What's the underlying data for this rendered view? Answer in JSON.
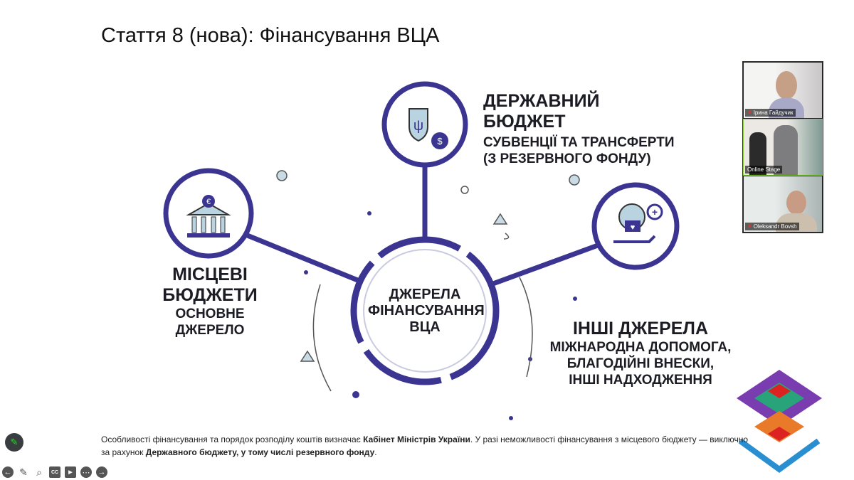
{
  "slide": {
    "title": "Стаття 8 (нова): Фінансування ВЦА",
    "center": {
      "line1": "ДЖЕРЕЛА",
      "line2": "ФІНАНСУВАННЯ",
      "line3": "ВЦА"
    },
    "state": {
      "title1": "ДЕРЖАВНИЙ",
      "title2": "БЮДЖЕТ",
      "sub1": "СУБВЕНЦІЇ ТА ТРАНСФЕРТИ",
      "sub2": "(З РЕЗЕРВНОГО ФОНДУ)"
    },
    "local": {
      "title1": "МІСЦЕВІ",
      "title2": "БЮДЖЕТИ",
      "sub1": "ОСНОВНЕ",
      "sub2": "ДЖЕРЕЛО"
    },
    "other": {
      "title": "ІНШІ ДЖЕРЕЛА",
      "sub1": "МІЖНАРОДНА ДОПОМОГА,",
      "sub2": "БЛАГОДІЙНІ ВНЕСКИ,",
      "sub3": "ІНШІ НАДХОДЖЕННЯ"
    },
    "footer": {
      "t1": "Особливості фінансування та порядок розподілу коштів визначає ",
      "b1": "Кабінет Міністрів України",
      "t2": ". У разі неможливості фінансування з місцевого бюджету — виключно",
      "t3": "за рахунок ",
      "b2": "Державного бюджету, у тому числі резервного фонду",
      "t4": "."
    },
    "accent": "#3b3591"
  },
  "videos": [
    {
      "name": "Ірина Гайдучик",
      "muted": true
    },
    {
      "name": "Online Stage",
      "muted": false
    },
    {
      "name": "Oleksandr Bovsh",
      "muted": true
    }
  ],
  "toolbar": [
    "previous-icon",
    "pen-icon",
    "zoom-icon",
    "captions-icon",
    "video-off-icon",
    "more-icon",
    "next-icon"
  ],
  "toolbar_cc": "CC"
}
